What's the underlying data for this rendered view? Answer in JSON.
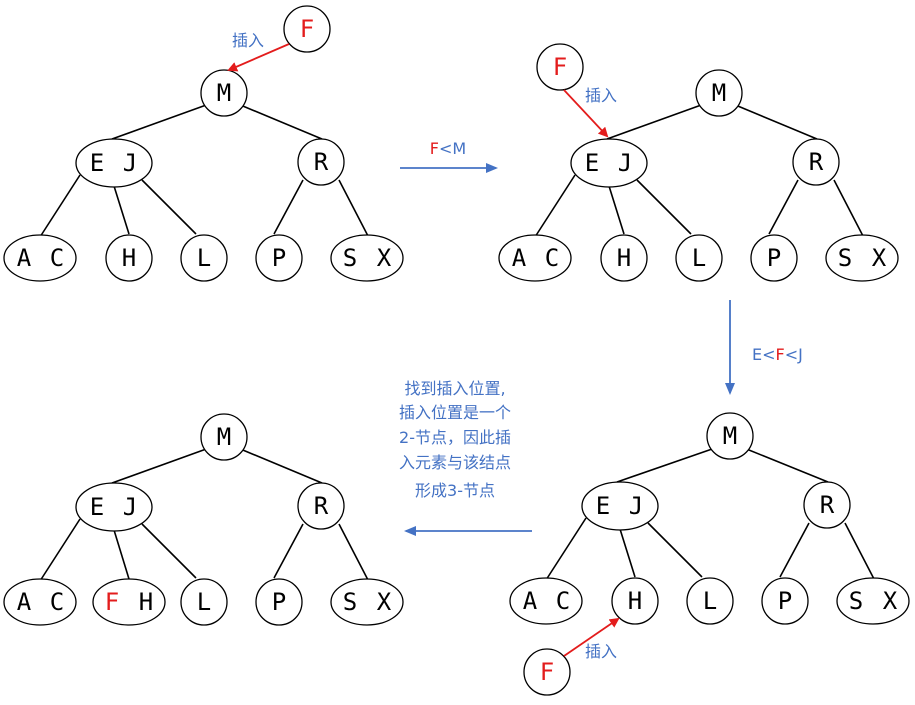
{
  "colors": {
    "highlight": "#e31c1c",
    "annotation": "#4472c4",
    "stroke": "#000000"
  },
  "panel1": {
    "insert_label": "插入",
    "new_key": "F",
    "root": "M",
    "left": [
      "E",
      "J"
    ],
    "right": "R",
    "leaves": [
      [
        "A",
        "C"
      ],
      [
        "H"
      ],
      [
        "L"
      ],
      [
        "P"
      ],
      [
        "S",
        "X"
      ]
    ]
  },
  "step1": {
    "left": "F",
    "op": "<",
    "right": "M"
  },
  "panel2": {
    "insert_label": "插入",
    "new_key": "F",
    "root": "M",
    "left": [
      "E",
      "J"
    ],
    "right": "R",
    "leaves": [
      [
        "A",
        "C"
      ],
      [
        "H"
      ],
      [
        "L"
      ],
      [
        "P"
      ],
      [
        "S",
        "X"
      ]
    ]
  },
  "step2": {
    "a": "E",
    "op1": "<",
    "b": "F",
    "op2": "<",
    "c": "J"
  },
  "panel3": {
    "insert_label": "插入",
    "new_key": "F",
    "root": "M",
    "left": [
      "E",
      "J"
    ],
    "right": "R",
    "leaves": [
      [
        "A",
        "C"
      ],
      [
        "H"
      ],
      [
        "L"
      ],
      [
        "P"
      ],
      [
        "S",
        "X"
      ]
    ]
  },
  "step3": {
    "lines": [
      "找到插入位置,",
      "插入位置是一个",
      "2-节点，因此插",
      "入元素与该结点",
      "形成3-节点"
    ]
  },
  "panel4": {
    "root": "M",
    "left": [
      "E",
      "J"
    ],
    "right": "R",
    "leaves": [
      [
        "A",
        "C"
      ],
      [
        "F",
        "H"
      ],
      [
        "L"
      ],
      [
        "P"
      ],
      [
        "S",
        "X"
      ]
    ]
  }
}
